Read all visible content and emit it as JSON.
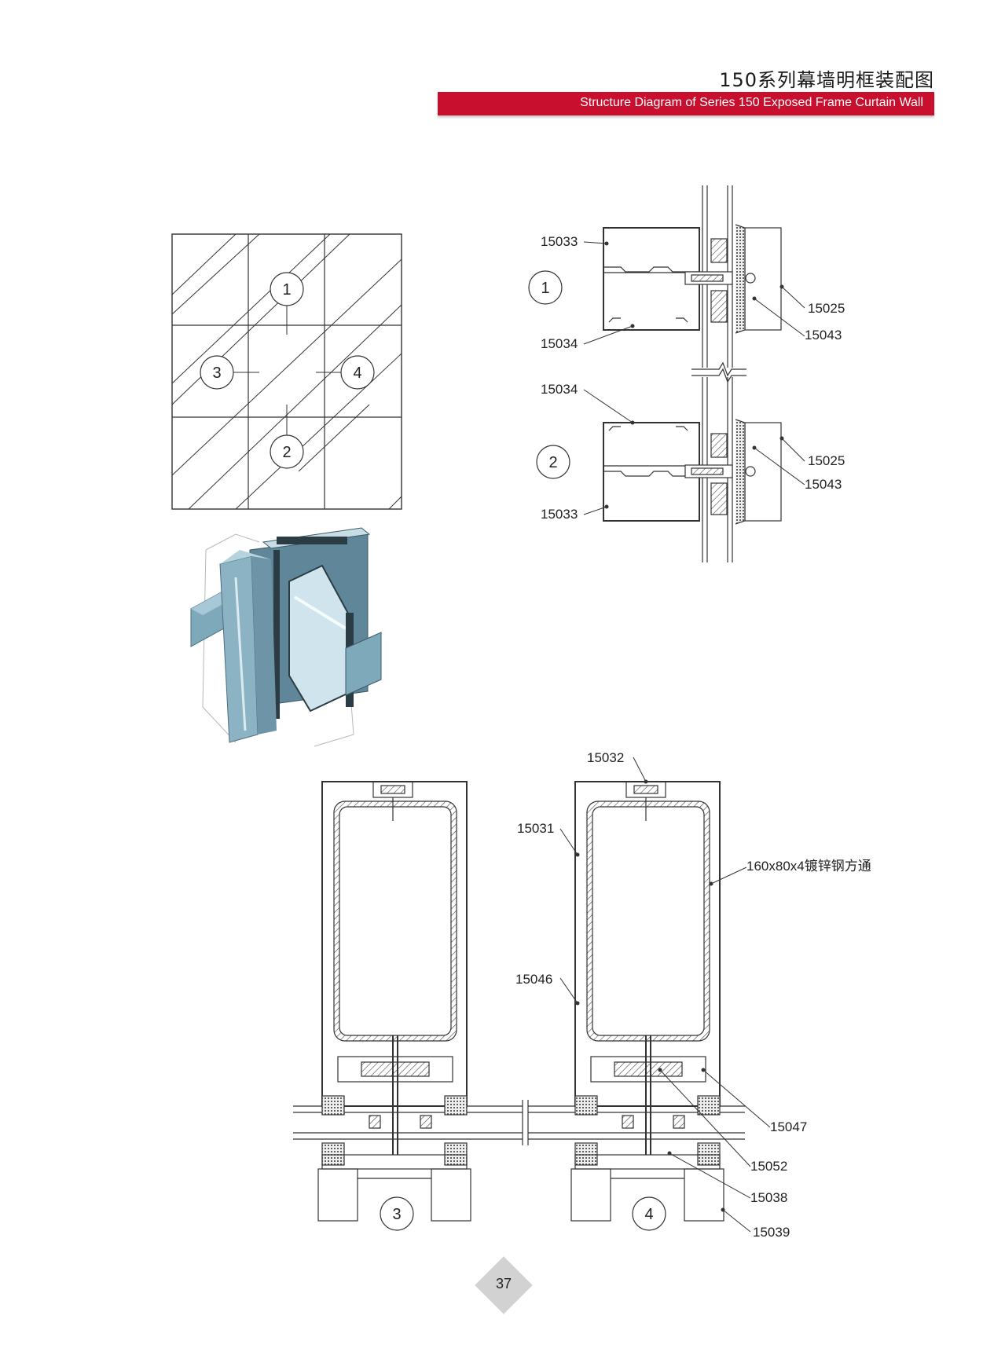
{
  "header": {
    "title": "150系列幕墙明框装配图",
    "subtitle": "Structure Diagram of Series 150 Exposed Frame Curtain Wall"
  },
  "grid_elevation": {
    "markers": [
      "1",
      "2",
      "3",
      "4"
    ]
  },
  "section_vertical": {
    "markers": [
      "1",
      "2"
    ],
    "labels": [
      "15033",
      "15034",
      "15025",
      "15043",
      "15034",
      "15033",
      "15025",
      "15043"
    ]
  },
  "section_horizontal": {
    "markers": [
      "3",
      "4"
    ],
    "labels": [
      "15032",
      "15031",
      "160x80x4镀锌钢方通",
      "15046",
      "15047",
      "15052",
      "15038",
      "15039"
    ]
  },
  "page_number": "37"
}
